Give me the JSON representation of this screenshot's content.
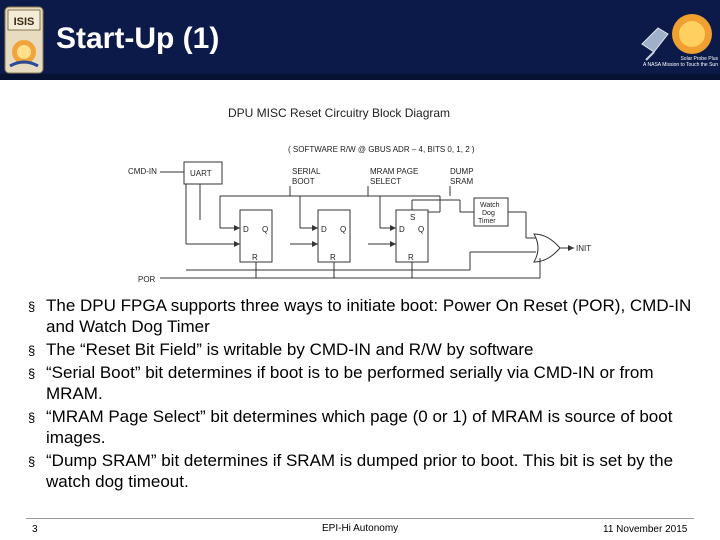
{
  "header": {
    "title": "Start-Up (1)",
    "logo_text": "ISIS",
    "caption_line1": "Solar Probe Plus",
    "caption_line2": "A NASA Mission to Touch the Sun"
  },
  "diagram": {
    "title": "DPU MISC Reset Circuitry Block Diagram",
    "software_note": "( SOFTWARE R/W @ GBUS ADR – 4, BITS 0, 1, 2 )",
    "cmd_in": "CMD-IN",
    "uart": "UART",
    "serial_boot_1": "SERIAL",
    "serial_boot_2": "BOOT",
    "mram_1": "MRAM PAGE",
    "mram_2": "SELECT",
    "dump_1": "DUMP",
    "dump_2": "SRAM",
    "watchdog_1": "Watch",
    "watchdog_2": "Dog",
    "watchdog_3": "Timer",
    "d": "D",
    "q": "Q",
    "r": "R",
    "s": "S",
    "por": "POR",
    "init": "INIT"
  },
  "bullets": [
    "The DPU FPGA supports three ways to initiate boot: Power On Reset (POR), CMD-IN and Watch Dog Timer",
    "The “Reset Bit Field” is writable by CMD-IN and R/W by software",
    "“Serial Boot” bit determines if boot is to be performed serially via CMD-IN or from MRAM.",
    "“MRAM Page Select” bit determines which page (0 or 1) of MRAM is source of boot images.",
    "“Dump SRAM” bit determines if SRAM is dumped prior to boot. This bit is set by the watch dog timeout."
  ],
  "bullet_glyph": "§",
  "footer": {
    "page": "3",
    "center": "EPI-Hi Autonomy",
    "date": "11 November 2015"
  },
  "colors": {
    "header_bg": "#0b1a48",
    "title_text": "#ffffff"
  }
}
